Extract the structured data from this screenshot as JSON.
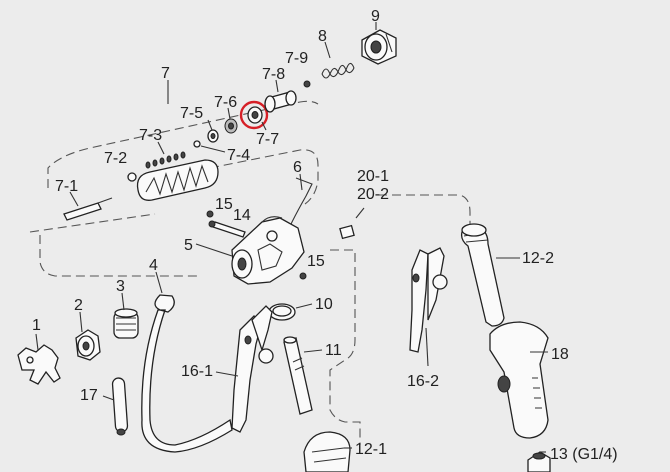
{
  "labels": {
    "p1": "1",
    "p2": "2",
    "p3": "3",
    "p4": "4",
    "p5": "5",
    "p6": "6",
    "p7": "7",
    "p7_1": "7-1",
    "p7_2": "7-2",
    "p7_3": "7-3",
    "p7_4": "7-4",
    "p7_5": "7-5",
    "p7_6": "7-6",
    "p7_7": "7-7",
    "p7_8": "7-8",
    "p7_9": "7-9",
    "p8": "8",
    "p9": "9",
    "p10": "10",
    "p11": "11",
    "p12_1": "12-1",
    "p12_2": "12-2",
    "p13": "13 (G1/4)",
    "p14": "14",
    "p15a": "15",
    "p15b": "15",
    "p16_1": "16-1",
    "p16_2": "16-2",
    "p17": "17",
    "p18": "18",
    "p20_1": "20-1",
    "p20_2": "20-2"
  },
  "highlight": {
    "part": "7-7",
    "color": "#d62027"
  },
  "colors": {
    "background": "#ececec",
    "line": "#222222"
  }
}
